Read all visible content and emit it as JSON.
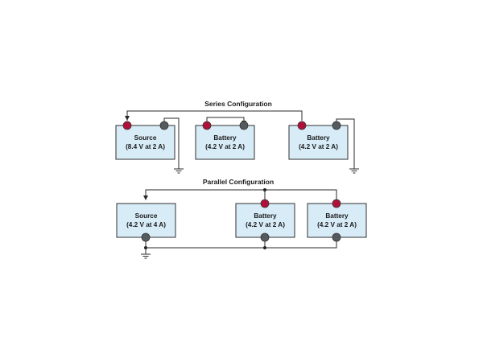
{
  "series": {
    "heading": "Series Configuration",
    "source": {
      "name": "Source",
      "rating": "(8.4 V at 2 A)"
    },
    "battery1": {
      "name": "Battery",
      "rating": "(4.2 V at 2 A)"
    },
    "battery2": {
      "name": "Battery",
      "rating": "(4.2 V at 2 A)"
    }
  },
  "parallel": {
    "heading": "Parallel Configuration",
    "source": {
      "name": "Source",
      "rating": "(4.2 V at 4 A)"
    },
    "battery1": {
      "name": "Battery",
      "rating": "(4.2 V at 2 A)"
    },
    "battery2": {
      "name": "Battery",
      "rating": "(4.2 V at 2 A)"
    }
  },
  "colors": {
    "positive_terminal": "#b0103a",
    "negative_terminal": "#555a5e",
    "box_fill": "#d8ecf8"
  }
}
